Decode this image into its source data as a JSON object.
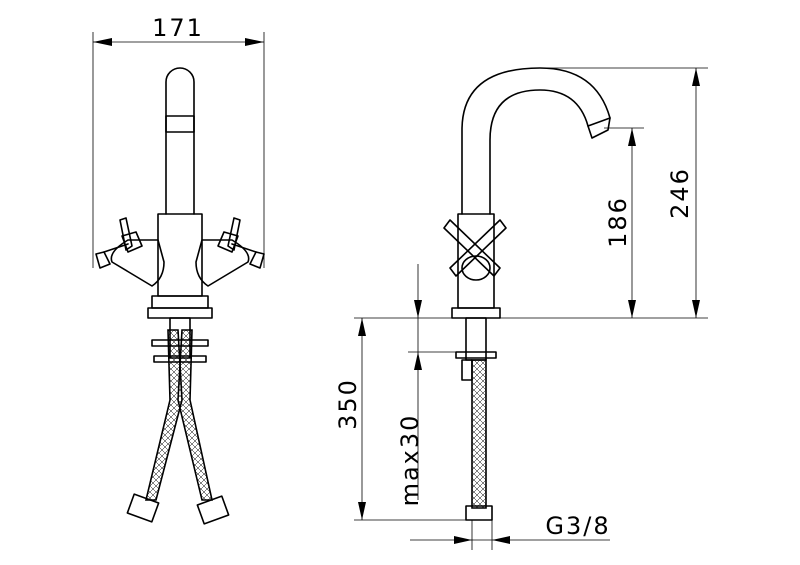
{
  "dimensions": {
    "width_171": "171",
    "height_246": "246",
    "height_186": "186",
    "length_350": "350",
    "max_30": "max30",
    "thread_g38": "G3/8"
  }
}
